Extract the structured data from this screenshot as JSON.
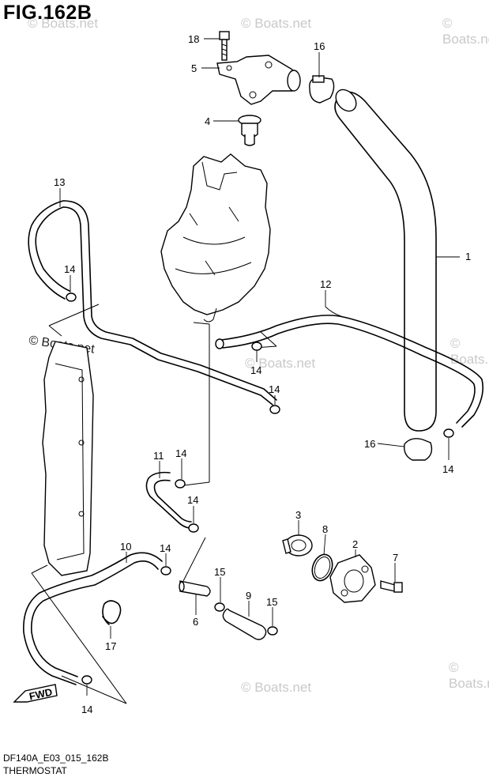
{
  "title": "FIG.162B",
  "code": "DF140A_E03_015_162B",
  "caption": "THERMOSTAT",
  "watermark": "© Boats.net",
  "direction_label": "FWD",
  "callouts": [
    "1",
    "2",
    "3",
    "4",
    "5",
    "6",
    "7",
    "8",
    "9",
    "10",
    "11",
    "12",
    "13",
    "14",
    "14",
    "14",
    "14",
    "14",
    "14",
    "14",
    "14",
    "15",
    "15",
    "16",
    "16",
    "17",
    "18"
  ],
  "colors": {
    "line": "#000000",
    "watermark": "#c9c9c9",
    "background": "#ffffff"
  }
}
